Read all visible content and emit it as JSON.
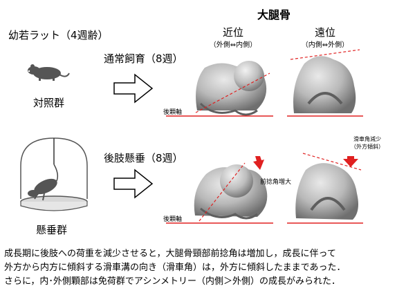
{
  "title": "大腿骨",
  "subject": "幼若ラット（4週齢）",
  "views": {
    "proximal": {
      "label": "近位",
      "sub": "（外側⇔内側）"
    },
    "distal": {
      "label": "遠位",
      "sub": "（内側⇔外側）"
    }
  },
  "groups": {
    "control": {
      "name": "対照群",
      "treatment": "通常飼育（8週）"
    },
    "suspended": {
      "name": "懸垂群",
      "treatment": "後肢懸垂（8週）"
    }
  },
  "annotations": {
    "condylar_axis": "後顆軸",
    "anteversion_increase": "前捻角増大",
    "trochlear_decrease_line1": "滑車角減少",
    "trochlear_decrease_line2": "（外方傾斜）"
  },
  "caption": [
    "成長期に後肢への荷重を減少させると，大腿骨頸部前捻角は増加し，成長に伴って",
    "外方から内方に傾斜する滑車溝の向き（滑車角）は，外方に傾斜したままであった．",
    "さらに，内･外側顆部は免荷群でアシンメトリー（内側＞外側）の成長がみられた．"
  ],
  "colors": {
    "bone": "#b9b9b9",
    "bone_shadow": "#6f6f6f",
    "axis_line": "#e02020",
    "arrow": "#e02020"
  },
  "icons": [
    "rat-icon",
    "hanging-rat-cage-icon",
    "right-arrow-icon",
    "bone-render"
  ]
}
